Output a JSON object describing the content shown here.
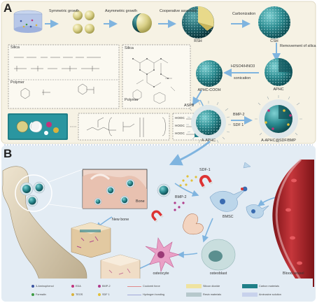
{
  "panels": {
    "a": "A",
    "b": "B"
  },
  "colors": {
    "panel_a_bg": "#f6f2e4",
    "panel_b_bg": "#dde8f1",
    "teal": "#2c8c91",
    "teal_dark": "#11565c",
    "sphere_yellow": "#d8cf86",
    "arrow_blue": "#7fb4df",
    "bone": "#d9ccb2",
    "vessel": "#b5262b"
  },
  "panel_a": {
    "steps": {
      "symmetric_growth": "Symmetric growth",
      "asymmetric_growth": "Asymmetric growth",
      "cooperative_assembly": "Cooperative assembly",
      "carbonization": "Carbonization",
      "removement": "Removement of silica",
      "acid": "H2SO4/HNO3",
      "sonication": "sonication",
      "aspb": "ASPB",
      "bmp2": "BMP-2",
      "sdf1": "SDF 1"
    },
    "structures": {
      "rsh": "RSH",
      "csh": "CSH",
      "aphc": "APHC",
      "aphc_cooh": "APHC-COOH",
      "a_aphc": "A-APHC",
      "a_aphc_sdf_bmp": "A-APHC@SDF/BMP"
    },
    "chem": {
      "silica_box": "Silica",
      "polymer_box": "Polymer",
      "silica_struct": "Silica",
      "polymer_struct": "Polymer",
      "hooc": "HOOC"
    }
  },
  "panel_b": {
    "sdf1": "SDF-1",
    "bmp2": "BMP-2",
    "bmsc": "BMSC",
    "osteoblast": "osteoblast",
    "osteocyte": "osteocyte",
    "new_bone": "New bone",
    "bone": "Bone",
    "blood_vessel": "Blood vessel"
  },
  "legend": [
    {
      "label": "3-Aminophenol",
      "color": "#3a54a0",
      "kind": "dot"
    },
    {
      "label": "Formalin",
      "color": "#3f9c45",
      "kind": "dot"
    },
    {
      "label": "EDA",
      "color": "#c0337b",
      "kind": "dot"
    },
    {
      "label": "TEOS",
      "color": "#d8b23c",
      "kind": "dot"
    },
    {
      "label": "BMP-2",
      "color": "#b03a8a",
      "kind": "dot"
    },
    {
      "label": "SDF 1",
      "color": "#e1c13a",
      "kind": "dot"
    },
    {
      "label": "Coulomb force",
      "color": "#e08a8a",
      "kind": "line"
    },
    {
      "label": "Hydrogen bonding",
      "color": "#a0a7d8",
      "kind": "line"
    },
    {
      "label": "Silicon dioxide",
      "color": "#efe3a0",
      "kind": "box"
    },
    {
      "label": "Resin materials",
      "color": "#b6c8cc",
      "kind": "box"
    },
    {
      "label": "Carbon materials",
      "color": "#1f7f88",
      "kind": "box"
    },
    {
      "label": "Aminosine solution",
      "color": "#c8d2ec",
      "kind": "box"
    }
  ]
}
